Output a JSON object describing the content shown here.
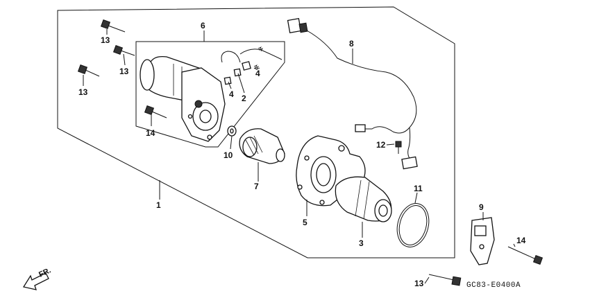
{
  "callouts": [
    {
      "id": "c1",
      "text": "1"
    },
    {
      "id": "c2",
      "text": "2"
    },
    {
      "id": "c3",
      "text": "3"
    },
    {
      "id": "c4a",
      "text": "4"
    },
    {
      "id": "c4b",
      "text": "4"
    },
    {
      "id": "c5",
      "text": "5"
    },
    {
      "id": "c6",
      "text": "6"
    },
    {
      "id": "c7",
      "text": "7"
    },
    {
      "id": "c8",
      "text": "8"
    },
    {
      "id": "c9",
      "text": "9"
    },
    {
      "id": "c10",
      "text": "10"
    },
    {
      "id": "c11",
      "text": "11"
    },
    {
      "id": "c12",
      "text": "12"
    },
    {
      "id": "c13a",
      "text": "13"
    },
    {
      "id": "c13b",
      "text": "13"
    },
    {
      "id": "c13c",
      "text": "13"
    },
    {
      "id": "c13d",
      "text": "13"
    },
    {
      "id": "c14a",
      "text": "14"
    },
    {
      "id": "c14b",
      "text": "14"
    }
  ],
  "direction_label": "FR.",
  "diagram_code": "GC83-E0400A"
}
